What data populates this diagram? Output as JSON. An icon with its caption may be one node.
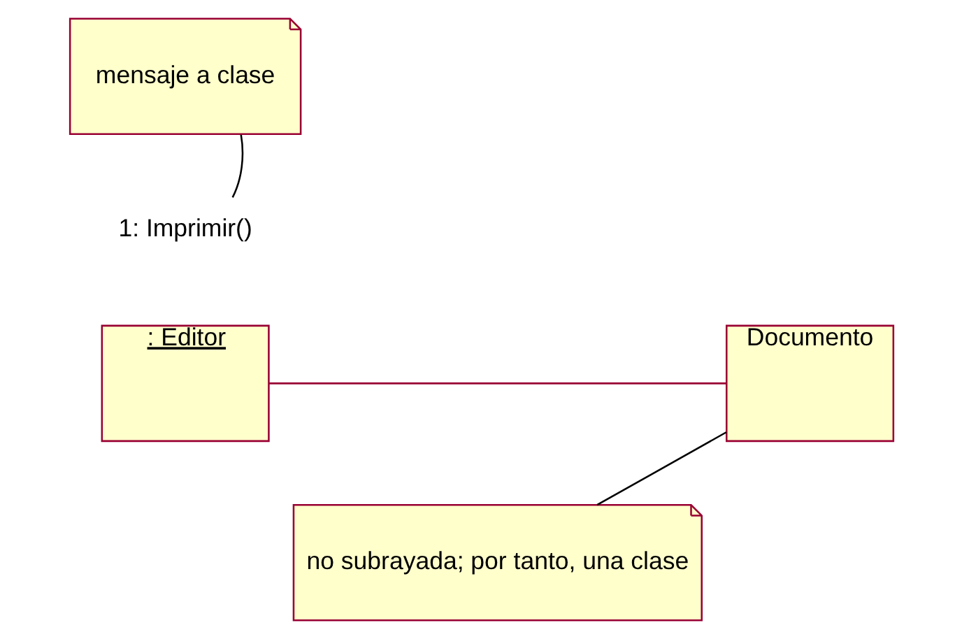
{
  "diagram": {
    "nodes": [
      {
        "text": [
          "mensaje a clase"
        ]
      },
      {
        "text": [
          "1: Imprimir()"
        ]
      },
      {
        "text": [
          ": Editor"
        ]
      },
      {
        "text": [
          "Documento"
        ]
      },
      {
        "text": [
          "no subrayada; por tanto, una clase"
        ]
      }
    ],
    "edges": [
      {
        "from": 0,
        "to": 1,
        "arrow": "none"
      },
      {
        "from": 2,
        "to": 3,
        "arrow": "none",
        "color": "#990033"
      },
      {
        "from": 4,
        "to": 3,
        "arrow": "none"
      }
    ]
  }
}
